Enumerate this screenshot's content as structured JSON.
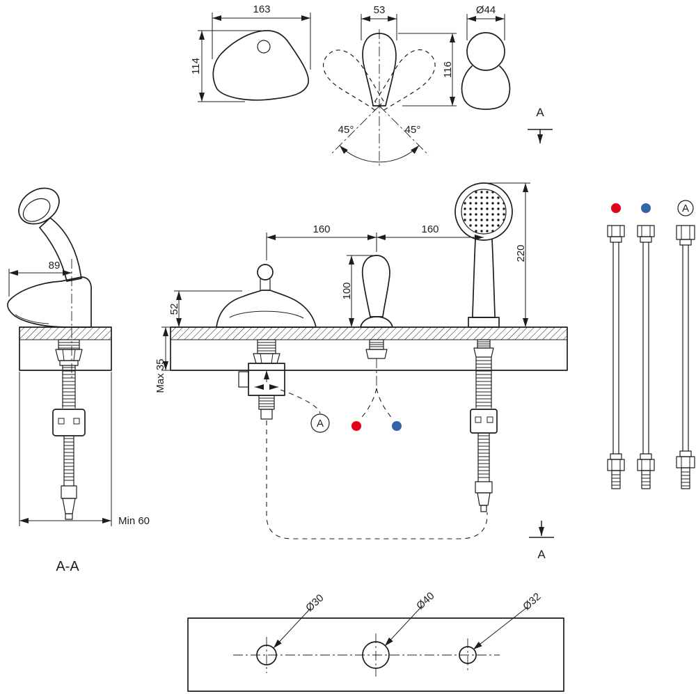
{
  "colors": {
    "line": "#1d1d1b",
    "hot": "#e2001a",
    "cold": "#3464a8"
  },
  "top_views": {
    "body": {
      "width": "163",
      "height": "114"
    },
    "lever": {
      "width": "53",
      "height": "116",
      "swing_left": "45°",
      "swing_right": "45°"
    },
    "knob": {
      "diameter": "Ø44"
    },
    "section_marker": "A"
  },
  "side_view": {
    "spout_reach": "89",
    "min_clearance": "Min 60",
    "title": "A-A"
  },
  "front_view": {
    "spacing_left": "160",
    "spacing_right": "160",
    "shower_height": "220",
    "lever_height": "100",
    "spout_height": "52",
    "deck_max": "Max 35",
    "detail_circle": "A",
    "section_marker": "A"
  },
  "hoses": {
    "marked_label": "A"
  },
  "drill_template": {
    "hole_left": "Ø30",
    "hole_center": "Ø40",
    "hole_right": "Ø32"
  }
}
